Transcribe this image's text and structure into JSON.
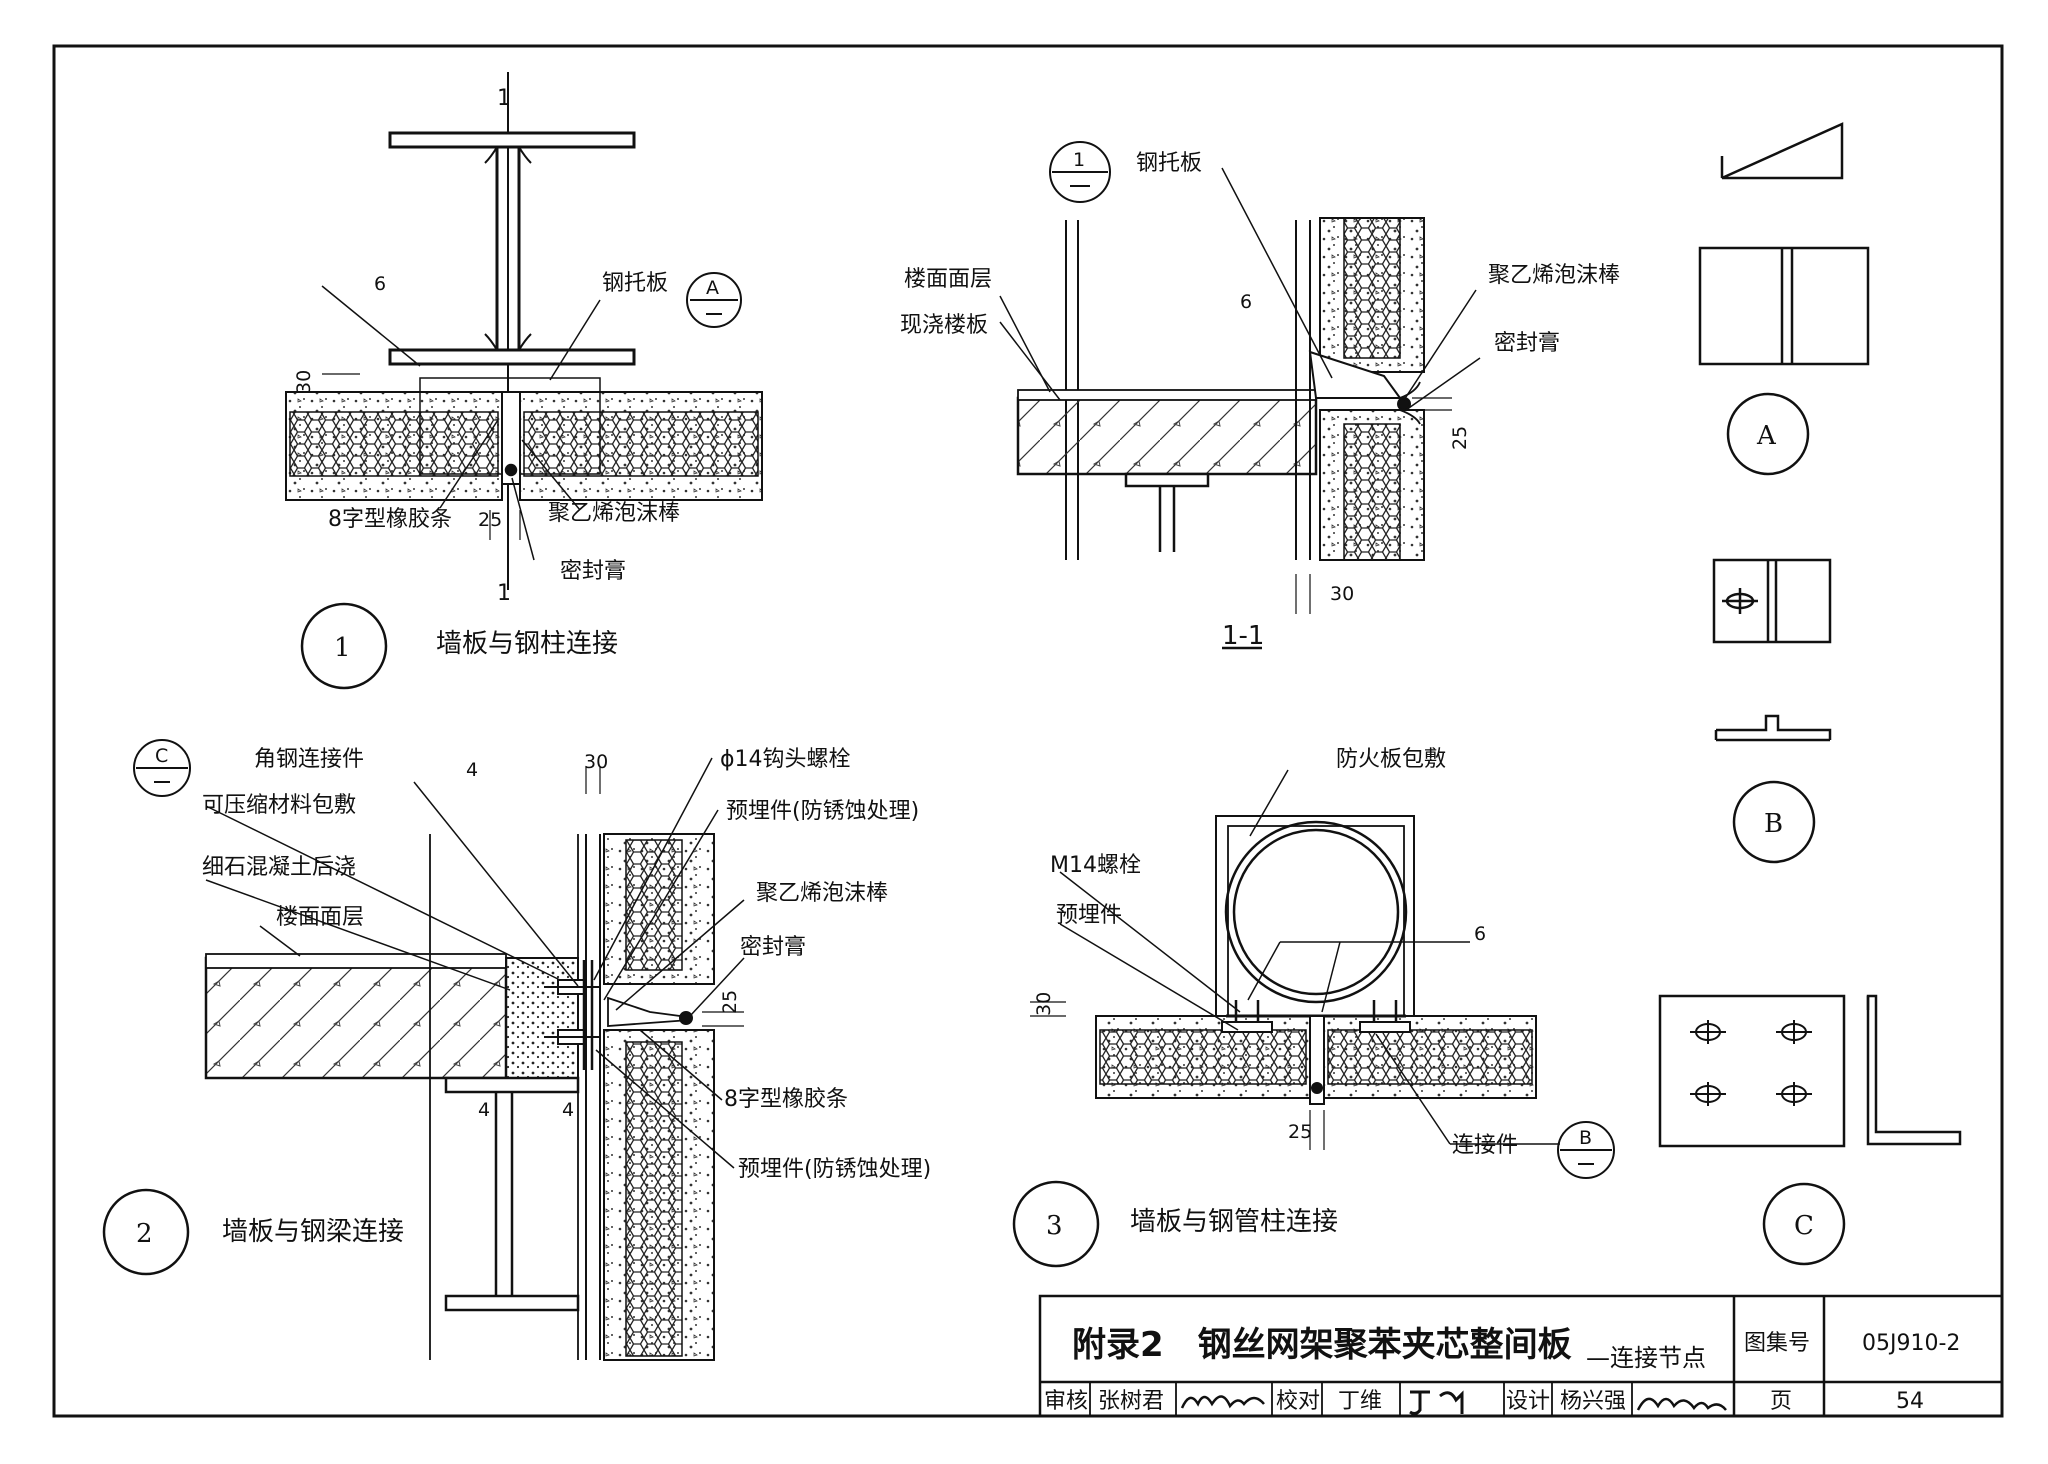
{
  "detail1": {
    "number": "1",
    "title": "墙板与钢柱连接",
    "cut_mark": "1",
    "weld": "6",
    "dim_30": "30",
    "dim_25": "25",
    "ref_letter": "A",
    "labels": {
      "steel_plate": "钢托板",
      "rubber_strip": "8字型橡胶条",
      "foam_rod": "聚乙烯泡沫棒",
      "sealant": "密封膏"
    }
  },
  "section11": {
    "title": "1-1",
    "ref_number": "1",
    "weld": "6",
    "dim_25": "25",
    "dim_30": "30",
    "labels": {
      "steel_plate": "钢托板",
      "floor_finish": "楼面面层",
      "cast_slab": "现浇楼板",
      "foam_rod": "聚乙烯泡沫棒",
      "sealant": "密封膏"
    }
  },
  "detail2": {
    "number": "2",
    "title": "墙板与钢梁连接",
    "ref_letter": "C",
    "weld": "4",
    "dim_30": "30",
    "dim_25": "25",
    "labels": {
      "angle_connector": "角钢连接件",
      "compressible_wrap": "可压缩材料包敷",
      "fine_concrete": "细石混凝土后浇",
      "floor_finish": "楼面面层",
      "hook_bolt": "ϕ14钩头螺栓",
      "embedded_part_top": "预埋件(防锈蚀处理)",
      "foam_rod": "聚乙烯泡沫棒",
      "sealant": "密封膏",
      "rubber_strip": "8字型橡胶条",
      "embedded_part_bottom": "预埋件(防锈蚀处理)"
    }
  },
  "detail3": {
    "number": "3",
    "title": "墙板与钢管柱连接",
    "ref_letter": "B",
    "weld": "6",
    "dim_30": "30",
    "dim_25": "25",
    "labels": {
      "fireproof_wrap": "防火板包敷",
      "bolt": "M14螺栓",
      "embedded_part": "预埋件",
      "connector": "连接件"
    }
  },
  "side_details": {
    "a": "A",
    "b": "B",
    "c": "C"
  },
  "title_block": {
    "main_title": "附录2　钢丝网架聚苯夹芯整间板",
    "subtitle": "—连接节点",
    "atlas_label": "图集号",
    "atlas_number": "05J910-2",
    "review_label": "审核",
    "reviewer": "张树君",
    "check_label": "校对",
    "checker": "丁维",
    "design_label": "设计",
    "designer": "杨兴强",
    "page_label": "页",
    "page_number": "54"
  }
}
